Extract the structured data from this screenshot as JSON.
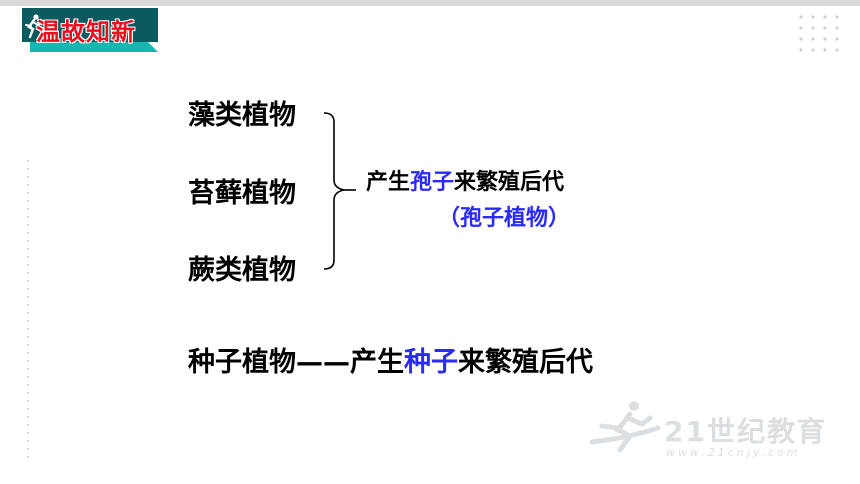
{
  "header": {
    "badge_label": "温故知新",
    "colors": {
      "badge_dark": "#0a5a60",
      "badge_teal": "#15b8b0",
      "badge_text": "#e8101e"
    }
  },
  "groups": {
    "items": [
      {
        "label": "藻类植物"
      },
      {
        "label": "苔藓植物"
      },
      {
        "label": "蕨类植物"
      }
    ],
    "result": {
      "prefix": "产生",
      "highlight": "孢子",
      "suffix": "来繁殖后代",
      "note": "（孢子植物）"
    }
  },
  "seed_line": {
    "subject": "种子植物",
    "dash": "——",
    "prefix": "产生",
    "highlight": "种子",
    "suffix": "来繁殖后代"
  },
  "watermark": {
    "text": "21世纪教育",
    "url": "www.21cnjy.com"
  },
  "colors": {
    "highlight": "#2a2aff",
    "text": "#000000"
  }
}
